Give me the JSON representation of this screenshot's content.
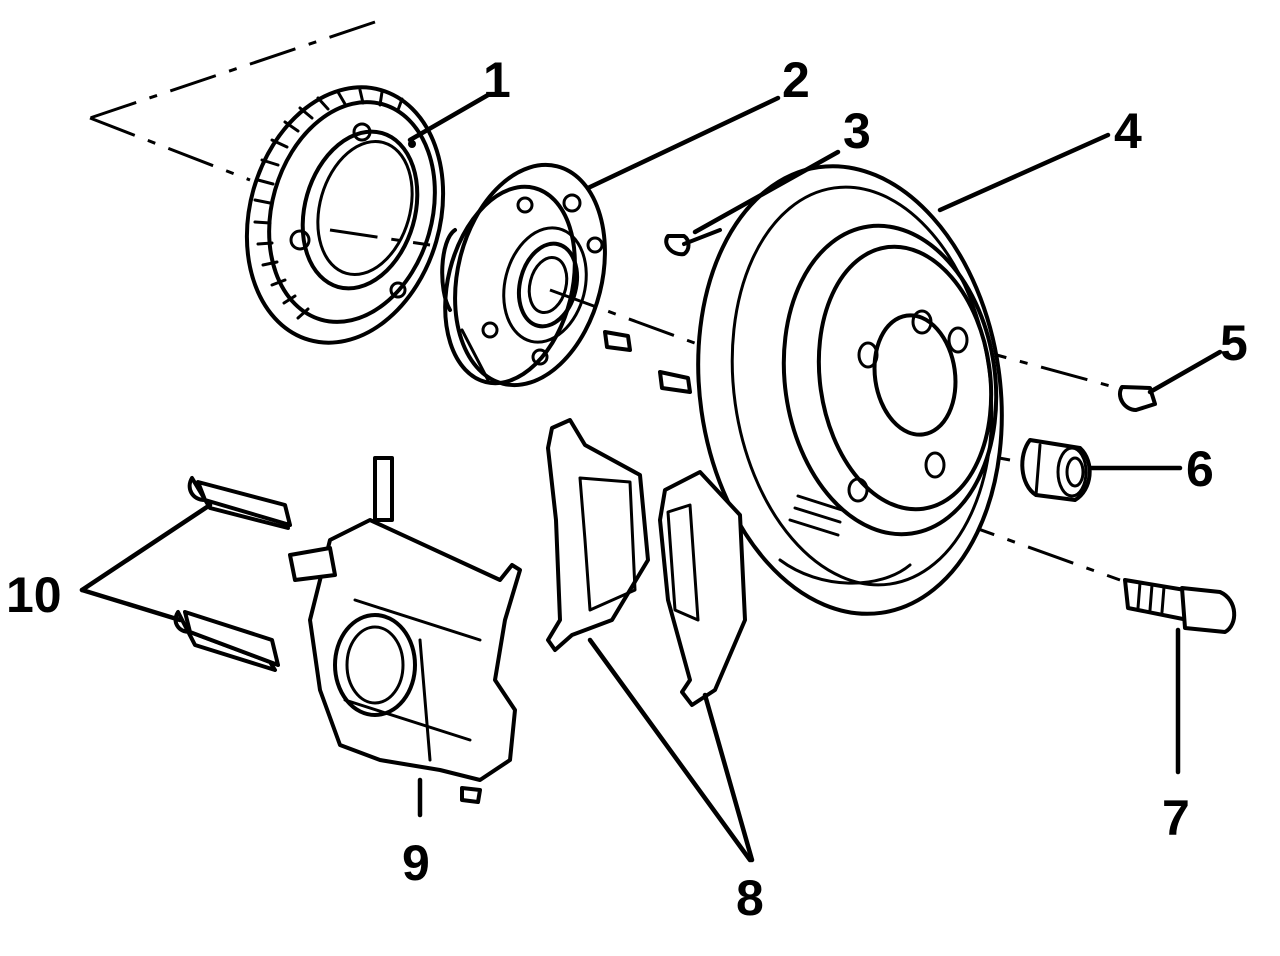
{
  "diagram": {
    "background": "#ffffff",
    "ink": "#000000",
    "callouts": [
      {
        "id": "1",
        "label": "1"
      },
      {
        "id": "2",
        "label": "2"
      },
      {
        "id": "3",
        "label": "3"
      },
      {
        "id": "4",
        "label": "4"
      },
      {
        "id": "5",
        "label": "5"
      },
      {
        "id": "6",
        "label": "6"
      },
      {
        "id": "7",
        "label": "7"
      },
      {
        "id": "8",
        "label": "8"
      },
      {
        "id": "9",
        "label": "9"
      },
      {
        "id": "10",
        "label": "10"
      }
    ]
  }
}
